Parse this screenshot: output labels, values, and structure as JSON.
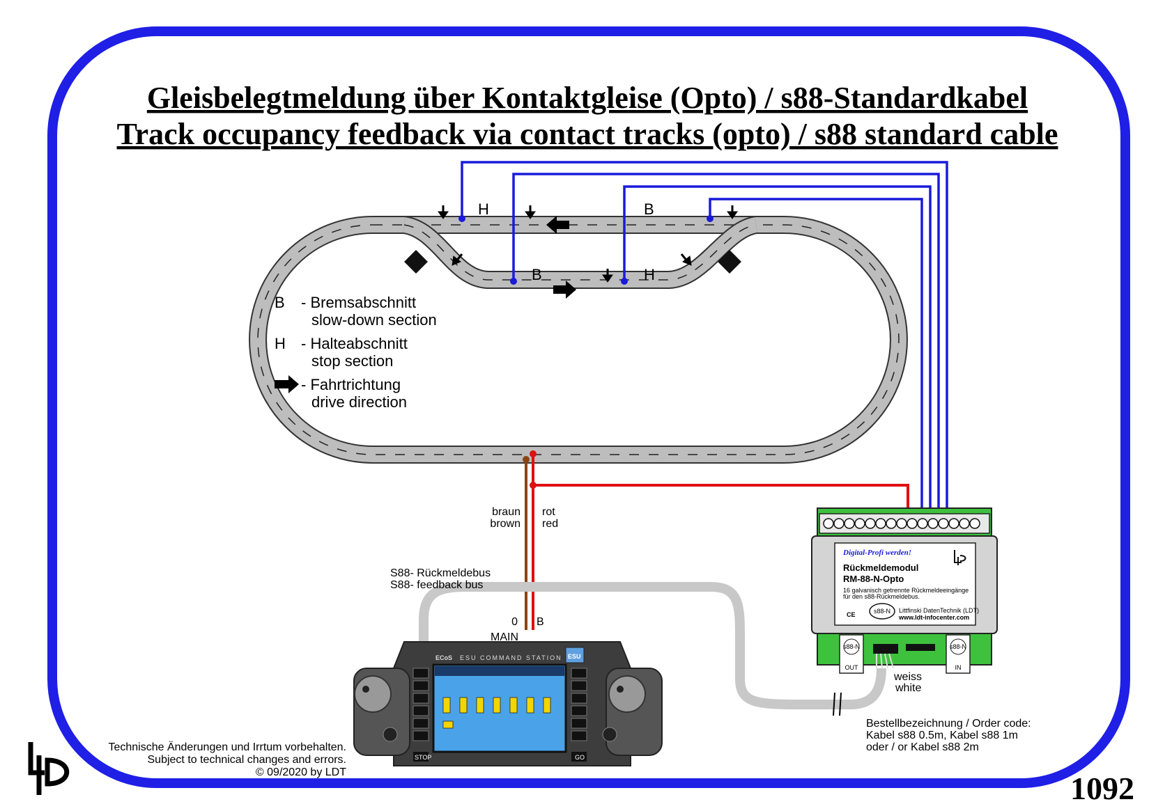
{
  "title": {
    "line1": "Gleisbelegtmeldung über Kontaktgleise (Opto) / s88-Standardkabel",
    "line2": "Track occupancy feedback via contact tracks (opto) / s88 standard cable"
  },
  "track_labels": {
    "h_top": "H",
    "b_top": "B",
    "b_inner": "B",
    "h_inner": "H"
  },
  "legend": {
    "b_key": "B",
    "b_de": "- Bremsabschnitt",
    "b_en": "slow-down section",
    "h_key": "H",
    "h_de": "- Halteabschnitt",
    "h_en": "stop section",
    "dir_de": "- Fahrtrichtung",
    "dir_en": "drive direction"
  },
  "wires": {
    "brown_de": "braun",
    "brown_en": "brown",
    "red_de": "rot",
    "red_en": "red",
    "bus_de": "S88- Rückmeldebus",
    "bus_en": "S88- feedback bus",
    "terminal_0": "0",
    "terminal_b": "B",
    "main": "MAIN",
    "white_de": "weiss",
    "white_en": "white"
  },
  "command_station": {
    "brand": "ECoS",
    "name": "ESU COMMAND STATION",
    "logo": "ESU",
    "stop": "STOP",
    "go": "GO"
  },
  "module": {
    "slogan": "Digital-Profi werden!",
    "name_de": "Rückmeldemodul",
    "model": "RM-88-N-Opto",
    "desc1": "16 galvanisch getrennte Rückmeldeeingänge",
    "desc2": "für den s88-Rückmeldebus.",
    "maker": "Littfinski DatenTechnik (LDT)",
    "url": "www.ldt-infocenter.com",
    "s88n": "s88-N",
    "out": "OUT",
    "in": "IN",
    "ce": "CE"
  },
  "order": {
    "line1": "Bestellbezeichnung / Order code:",
    "line2": "Kabel s88 0.5m, Kabel s88 1m",
    "line3": "oder / or Kabel s88 2m"
  },
  "disclaimer": {
    "line1": "Technische Änderungen und Irrtum vorbehalten.",
    "line2": "Subject to technical changes and errors.",
    "line3": "© 09/2020 by LDT"
  },
  "logo": "LDT",
  "page_number": "1092",
  "colors": {
    "frame": "#1f1fe6",
    "blue_wire": "#1a1adb",
    "red_wire": "#e01010",
    "brown_wire": "#8b4513",
    "track": "#b9b9b9",
    "pcb_green": "#3ec23e",
    "station_body": "#4a4a4a",
    "screen_blue": "#4aa3e8"
  }
}
